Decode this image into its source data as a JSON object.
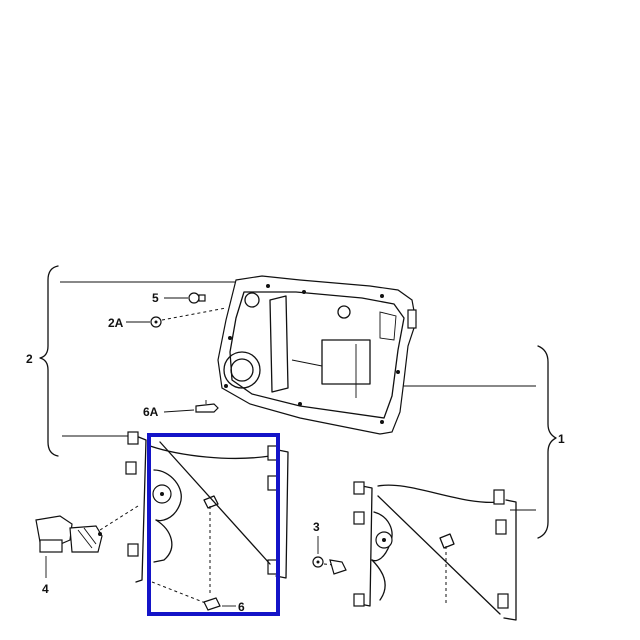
{
  "labels": {
    "l1": "1",
    "l2": "2",
    "l2a": "2A",
    "l3": "3",
    "l4": "4",
    "l5": "5",
    "l6": "6",
    "l6a": "6A"
  },
  "highlight": {
    "color": "#1414c8"
  },
  "colors": {
    "ink": "#111111",
    "background": "#ffffff"
  }
}
